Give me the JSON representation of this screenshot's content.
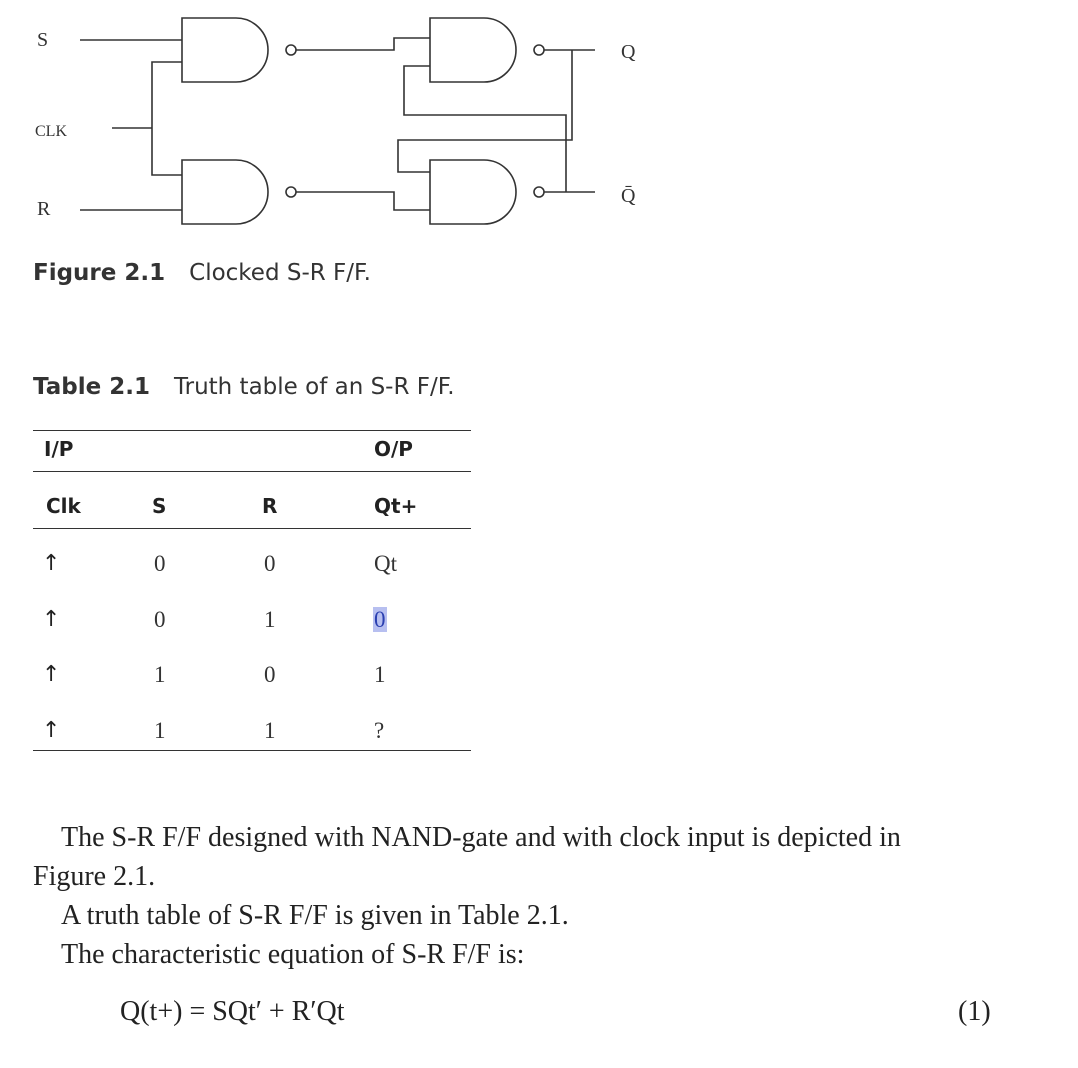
{
  "figure": {
    "labels": {
      "s": "S",
      "clk": "CLK",
      "r": "R",
      "q": "Q",
      "qbar": "Q̄"
    },
    "caption_label": "Figure 2.1",
    "caption_text": "Clocked S-R F/F."
  },
  "table": {
    "caption_label": "Table 2.1",
    "caption_text": "Truth table of an S-R F/F.",
    "group_headers": {
      "input": "I/P",
      "output": "O/P"
    },
    "columns": [
      "Clk",
      "S",
      "R",
      "Qt+"
    ],
    "rows": [
      [
        "↑",
        "0",
        "0",
        "Qt"
      ],
      [
        "↑",
        "0",
        "1",
        "0"
      ],
      [
        "↑",
        "1",
        "0",
        "1"
      ],
      [
        "↑",
        "1",
        "1",
        "?"
      ]
    ]
  },
  "text": {
    "para1_line1": "The S-R F/F designed with NAND-gate and with clock input is depicted in",
    "para1_line2": "Figure 2.1.",
    "para2": "A truth table of S-R F/F is given in Table 2.1.",
    "para3": "The characteristic equation of S-R F/F is:",
    "equation": "Q(t+) = SQt′ + R′Qt",
    "equation_number": "(1)"
  }
}
